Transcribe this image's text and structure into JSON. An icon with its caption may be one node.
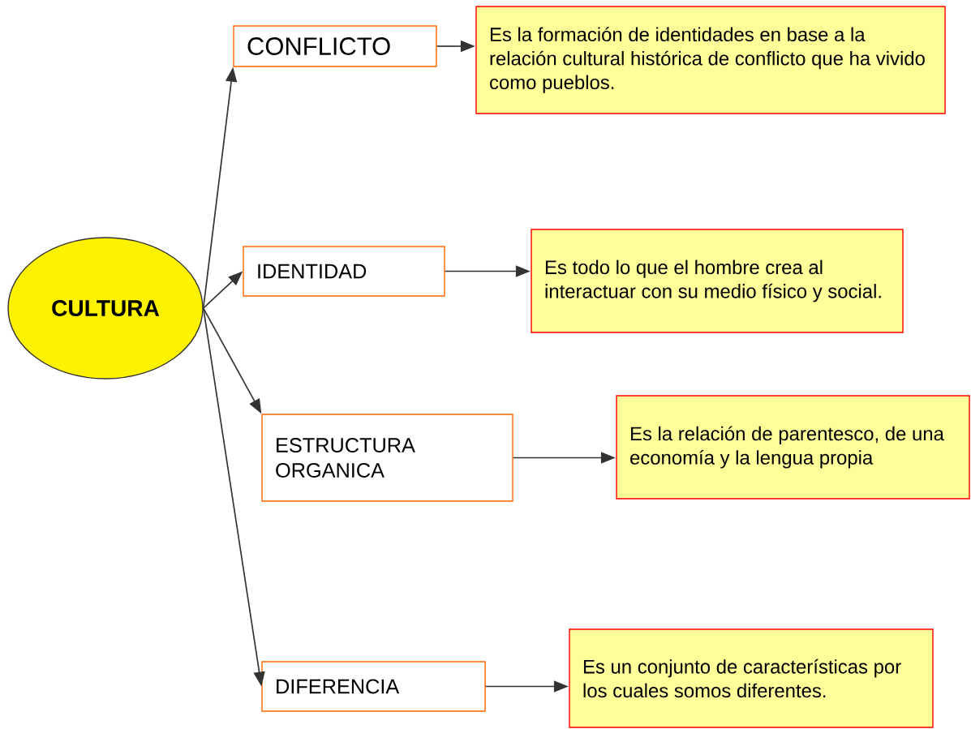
{
  "diagram": {
    "nodes": [
      {
        "text": [
          "CULTURA"
        ]
      },
      {
        "text": [
          "CONFLICTO"
        ]
      },
      {
        "text": [
          "Es la formación de identidades en base a la relación cultural histórica de conflicto que ha vivido como pueblos."
        ]
      },
      {
        "text": [
          "IDENTIDAD"
        ]
      },
      {
        "text": [
          "Es todo lo que el hombre crea al interactuar con su medio físico y social."
        ]
      },
      {
        "text": [
          "ESTRUCTURA ORGANICA"
        ]
      },
      {
        "text": [
          "Es la relación de parentesco, de una economía y la lengua propia"
        ]
      },
      {
        "text": [
          "DIFERENCIA"
        ]
      },
      {
        "text": [
          "Es un conjunto de características por los cuales somos diferentes."
        ]
      }
    ],
    "edges": [
      {
        "from": 0,
        "to": 1,
        "arrow": "to"
      },
      {
        "from": 1,
        "to": 2,
        "arrow": "to"
      },
      {
        "from": 0,
        "to": 3,
        "arrow": "to"
      },
      {
        "from": 3,
        "to": 4,
        "arrow": "to"
      },
      {
        "from": 0,
        "to": 5,
        "arrow": "to"
      },
      {
        "from": 5,
        "to": 6,
        "arrow": "to"
      },
      {
        "from": 0,
        "to": 7,
        "arrow": "to"
      },
      {
        "from": 7,
        "to": 8,
        "arrow": "to"
      }
    ]
  }
}
